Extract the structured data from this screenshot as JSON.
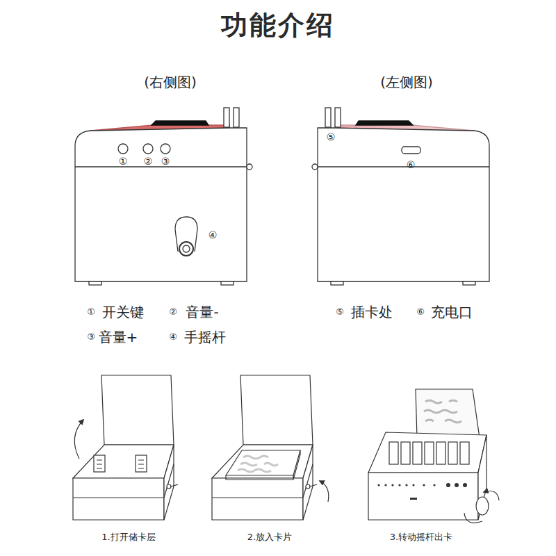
{
  "diagram": {
    "title": "功能介绍",
    "labels": [
      "(右侧图)",
      "(左侧图)",
      "①",
      "②",
      "③",
      "④",
      "⑤",
      "⑥",
      "①",
      "开关键",
      "②",
      "音量-",
      "③",
      "音量+",
      "④",
      "手摇杆",
      "⑤",
      "插卡处",
      "⑥",
      "充电口",
      "1.打开储卡层",
      "2.放入卡片",
      "3.转动摇杆出卡"
    ]
  }
}
